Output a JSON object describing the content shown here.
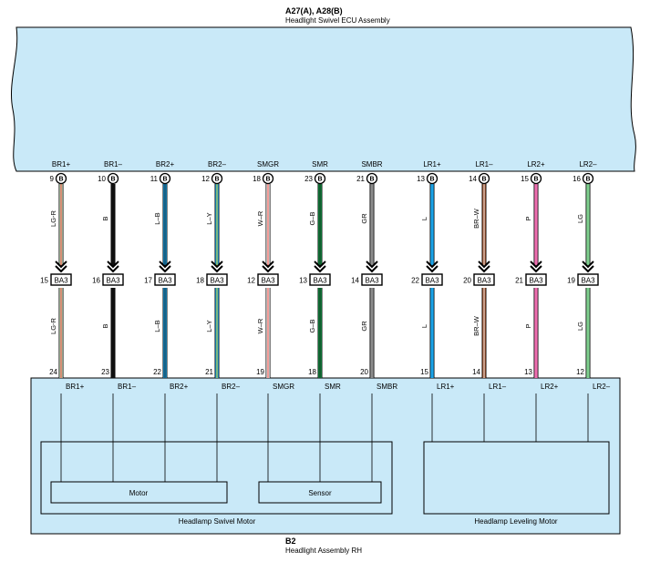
{
  "ecu": {
    "code": "A27(A), A28(B)",
    "name": "Headlight Swivel ECU Assembly"
  },
  "assembly": {
    "code": "B2",
    "name": "Headlight Assembly RH"
  },
  "junction_label": "BA3",
  "ecu_connector_letter": "B",
  "wires": [
    {
      "signal": "BR1+",
      "ecu_pin": "9",
      "color_code": "LG-R",
      "junction_in": "15",
      "load_pin": "24",
      "main": "#cfe8c2",
      "stripe": "#e2231a"
    },
    {
      "signal": "BR1–",
      "ecu_pin": "10",
      "color_code": "B",
      "junction_in": "16",
      "load_pin": "23",
      "main": "#111111",
      "stripe": null
    },
    {
      "signal": "BR2+",
      "ecu_pin": "11",
      "color_code": "L–B",
      "junction_in": "17",
      "load_pin": "22",
      "main": "#1aa3e8",
      "stripe": "#111111"
    },
    {
      "signal": "BR2–",
      "ecu_pin": "12",
      "color_code": "L–Y",
      "junction_in": "18",
      "load_pin": "21",
      "main": "#1aa3e8",
      "stripe": "#f2d600"
    },
    {
      "signal": "SMGR",
      "ecu_pin": "18",
      "color_code": "W–R",
      "junction_in": "12",
      "load_pin": "19",
      "main": "#ffffff",
      "stripe": "#e2231a"
    },
    {
      "signal": "SMR",
      "ecu_pin": "23",
      "color_code": "G–B",
      "junction_in": "13",
      "load_pin": "18",
      "main": "#13a04a",
      "stripe": "#111111"
    },
    {
      "signal": "SMBR",
      "ecu_pin": "21",
      "color_code": "GR",
      "junction_in": "14",
      "load_pin": "20",
      "main": "#8c8c8c",
      "stripe": null
    },
    {
      "signal": "LR1+",
      "ecu_pin": "13",
      "color_code": "L",
      "junction_in": "22",
      "load_pin": "15",
      "main": "#1aa3e8",
      "stripe": null
    },
    {
      "signal": "LR1–",
      "ecu_pin": "14",
      "color_code": "BR–W",
      "junction_in": "20",
      "load_pin": "14",
      "main": "#a0522d",
      "stripe": "#ffffff"
    },
    {
      "signal": "LR2+",
      "ecu_pin": "15",
      "color_code": "P",
      "junction_in": "21",
      "load_pin": "13",
      "main": "#ee6fb0",
      "stripe": null
    },
    {
      "signal": "LR2–",
      "ecu_pin": "16",
      "color_code": "LG",
      "junction_in": "19",
      "load_pin": "12",
      "main": "#7fcf8f",
      "stripe": null
    }
  ],
  "components": {
    "motor": "Motor",
    "sensor": "Sensor",
    "swivel_motor": "Headlamp Swivel Motor",
    "leveling_motor": "Headlamp Leveling Motor"
  },
  "colors": {
    "box_fill": "#c9e9f8",
    "outline": "#000000"
  }
}
